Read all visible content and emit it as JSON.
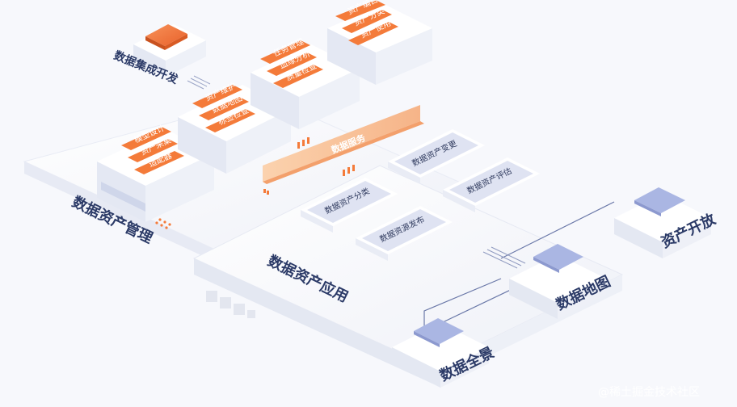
{
  "labels": {
    "integration": "数据集成开发",
    "asset_mgmt": "数据资产管理",
    "asset_app": "数据资产应用",
    "open": "资产开放",
    "map": "数据地图",
    "panorama": "数据全景",
    "service": "数据服务"
  },
  "modules": {
    "model": [
      "模型设计",
      "资产采集",
      "适配器"
    ],
    "maintain": [
      "资产维护",
      "数据地图",
      "标签检查"
    ],
    "task": [
      "任务管理",
      "血缘分析",
      "质量检查"
    ],
    "catalog": [
      "资产编目",
      "资产分类",
      "资产使用"
    ]
  },
  "cards": {
    "change": "数据资产变更",
    "classify": "数据资产分类",
    "evaluate": "数据资产评估",
    "publish": "数据资源发布"
  },
  "watermark": "@稀土掘金技术社区",
  "colors": {
    "accent": "#f47b3a",
    "light_accent": "#fbd7b9",
    "label": "#2b3a67",
    "card": "#dfe3f2",
    "line": "#6a78a8"
  }
}
